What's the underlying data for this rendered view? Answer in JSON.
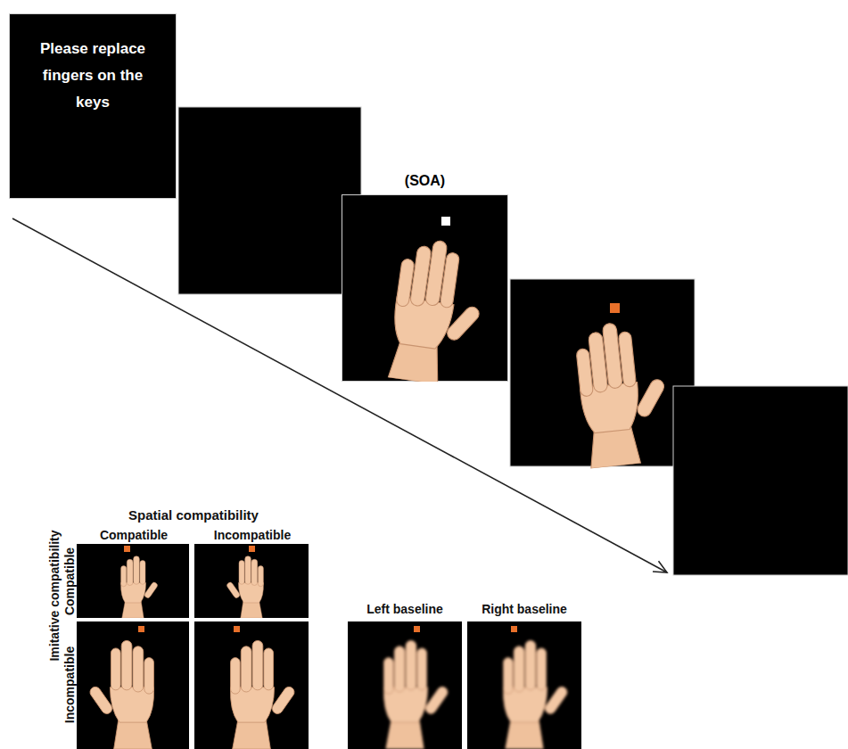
{
  "diagram": {
    "nodes": [
      {
        "text": [
          "Please replace fingers on the keys"
        ]
      },
      {
        "text": [
          "(SOA)"
        ]
      }
    ],
    "labels": [
      "Spatial compatibility",
      "Compatible",
      "Incompatible",
      "Imitative compatibility",
      "Compatible",
      "Incompatible",
      "Left baseline",
      "Right baseline"
    ]
  }
}
